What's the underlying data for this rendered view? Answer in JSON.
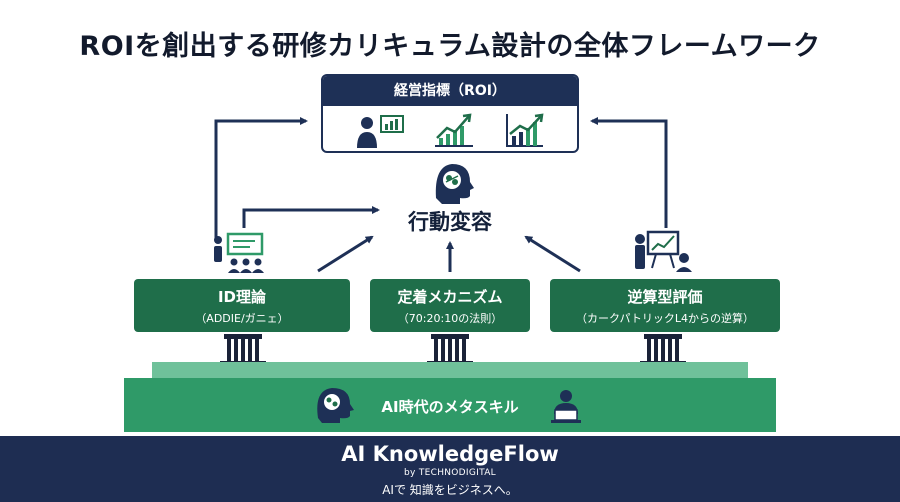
{
  "title": "ROIを創出する研修カリキュラム設計の全体フレームワーク",
  "roi": {
    "header": "経営指標（ROI）",
    "icons": [
      "presenter-chart-icon",
      "growth-line-chart-icon",
      "growth-bar-chart-icon"
    ]
  },
  "behavior": {
    "label": "行動変容",
    "icon": "brain-head-icon"
  },
  "pillars": [
    {
      "title": "ID理論",
      "subtitle": "（ADDIE/ガニェ）",
      "icon": "teacher-audience-icon"
    },
    {
      "title": "定着メカニズム",
      "subtitle": "（70:20:10の法則）"
    },
    {
      "title": "逆算型評価",
      "subtitle": "（カークパトリックL4からの逆算）",
      "icon": "presenter-board-icon"
    }
  ],
  "foundation": {
    "label": "AI時代のメタスキル",
    "icons": [
      "brain-head-icon",
      "person-laptop-icon"
    ]
  },
  "footer": {
    "brand": "AI KnowledgeFlow",
    "by": "by TECHNODIGITAL",
    "tagline": "AIで 知識をビジネスへ。"
  },
  "colors": {
    "navy": "#1e3056",
    "green": "#1f6e4a",
    "platform": "#2f9a68",
    "platform_top": "#6fc19a",
    "footer": "#1e2d52"
  }
}
